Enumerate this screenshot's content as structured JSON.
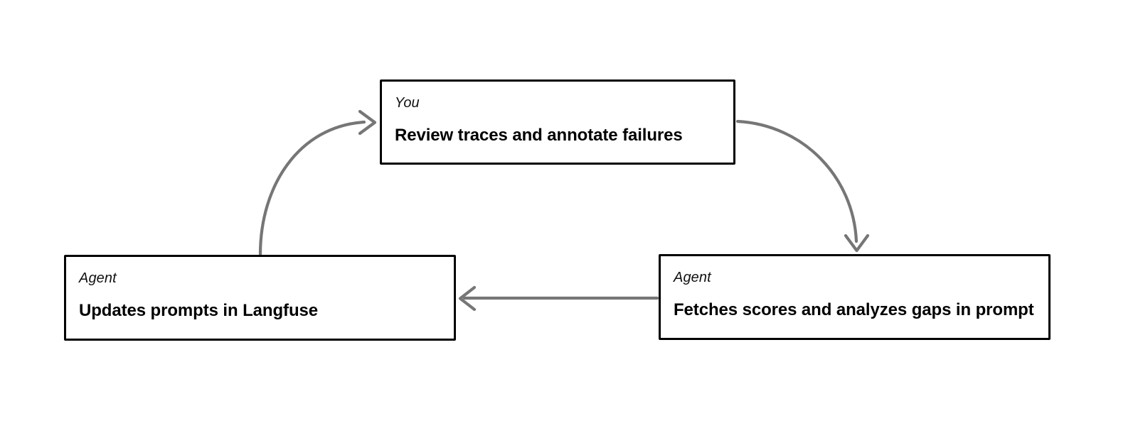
{
  "diagram": {
    "type": "cycle-flow",
    "background_color": "#ffffff",
    "node_border_color": "#000000",
    "connector_color": "#767676",
    "nodes": [
      {
        "id": "you-review",
        "role": "You",
        "action": "Review traces and annotate failures"
      },
      {
        "id": "agent-fetches",
        "role": "Agent",
        "action": "Fetches scores and analyzes gaps in prompt"
      },
      {
        "id": "agent-updates",
        "role": "Agent",
        "action": "Updates prompts in Langfuse"
      }
    ],
    "connectors": [
      {
        "id": "you-to-fetches",
        "from": "you-review",
        "to": "agent-fetches",
        "shape": "curve-right-down",
        "arrowhead": "open-chevron"
      },
      {
        "id": "fetches-to-updates",
        "from": "agent-fetches",
        "to": "agent-updates",
        "shape": "straight-left",
        "arrowhead": "open-chevron"
      },
      {
        "id": "updates-to-you",
        "from": "agent-updates",
        "to": "you-review",
        "shape": "curve-up-right",
        "arrowhead": "open-chevron"
      }
    ]
  }
}
